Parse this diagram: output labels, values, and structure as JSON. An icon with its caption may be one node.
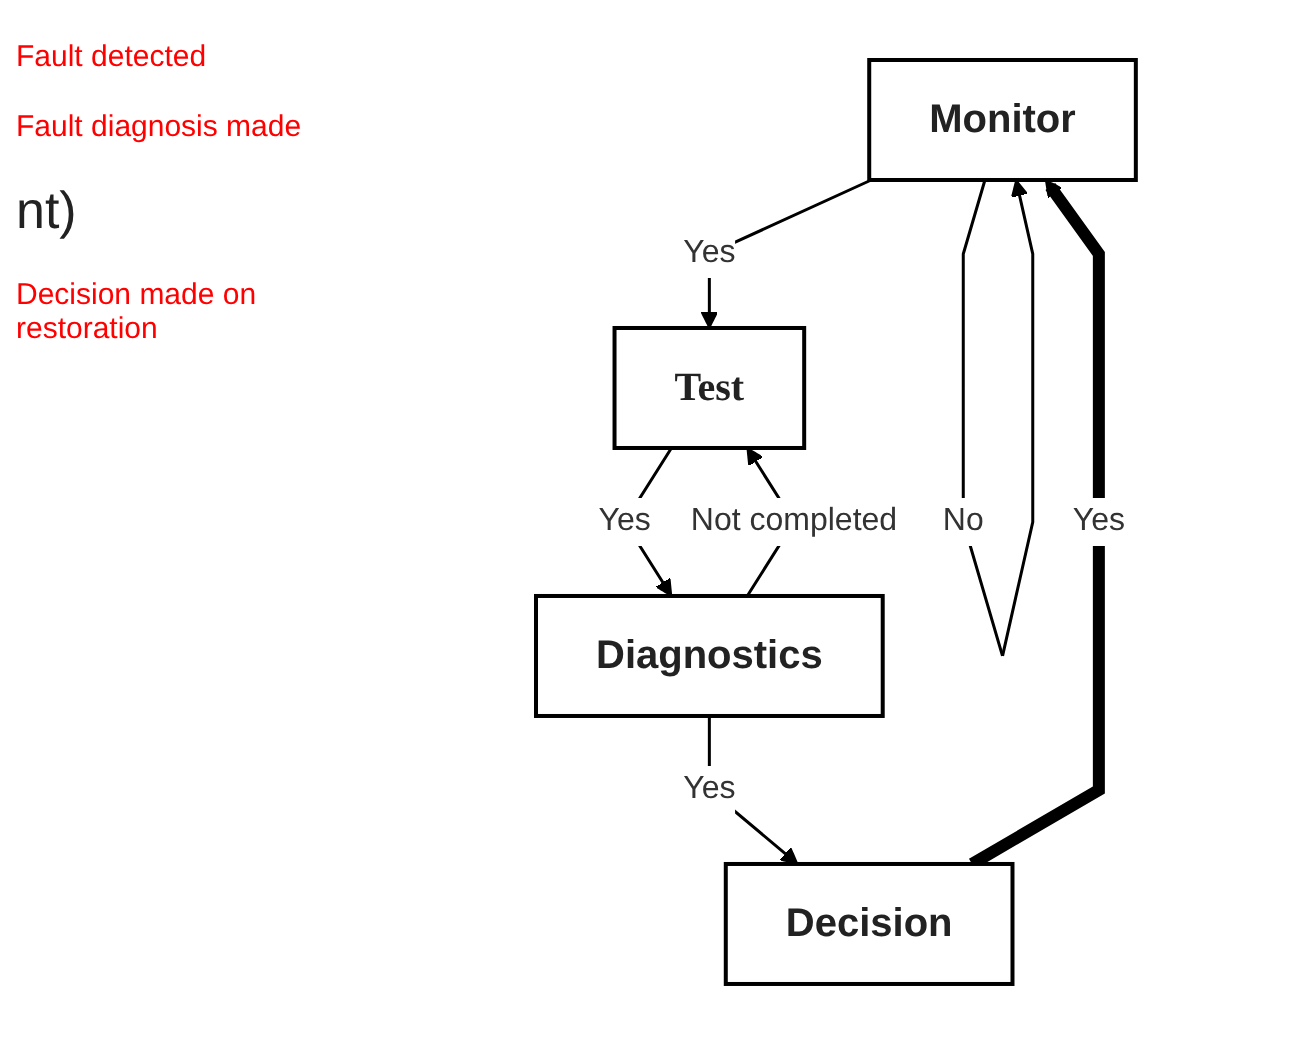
{
  "diagram": {
    "nodes": [
      {
        "text": [
          "Monitor"
        ]
      },
      {
        "text": [
          "Test"
        ]
      },
      {
        "text": [
          "Diagnostics"
        ]
      },
      {
        "text": [
          "Decision"
        ]
      }
    ],
    "edges": [
      {
        "from": 0,
        "to": 0,
        "arrow": "to",
        "label": "No"
      },
      {
        "from": 0,
        "to": 1,
        "arrow": "to",
        "label": "Yes"
      },
      {
        "from": 1,
        "to": 2,
        "arrow": "to",
        "label": "Yes"
      },
      {
        "from": 2,
        "to": 1,
        "arrow": "to",
        "label": "Not completed"
      },
      {
        "from": 2,
        "to": 3,
        "arrow": "to",
        "label": "Yes"
      },
      {
        "from": 3,
        "to": 0,
        "arrow": "to",
        "label": "Yes",
        "style": "thick"
      }
    ],
    "labels": [
      "Fault detected",
      "Fault diagnosis made",
      "nt)",
      "Decision made on restoration"
    ]
  }
}
